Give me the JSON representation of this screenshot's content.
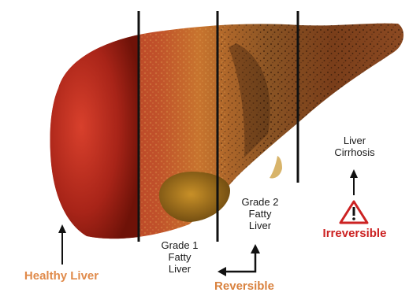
{
  "labels": {
    "healthy": "Healthy Liver",
    "grade1": "Grade 1\nFatty\nLiver",
    "grade2": "Grade 2\nFatty\nLiver",
    "cirrhosis": "Liver\nCirrhosis",
    "reversible": "Reversible",
    "irreversible": "Irreversible"
  },
  "icons": {
    "warning": "warning-triangle-icon"
  },
  "colors": {
    "healthy_label": "#e08a4a",
    "reversible_label": "#d9823f",
    "irreversible_label": "#cc2222",
    "warning": "#cc2222",
    "healthy_tissue": "#a82418",
    "fatty_tissue": "#c46a2c",
    "cirrhotic_tissue": "#7a3e18",
    "divider": "#111111"
  }
}
